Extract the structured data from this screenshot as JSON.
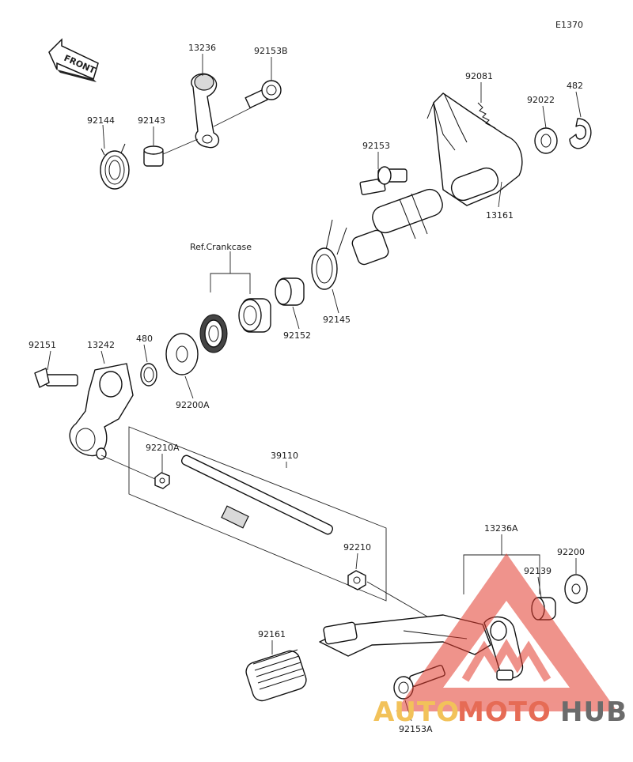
{
  "diagram_id": "E1370",
  "front_label": "FRONT",
  "ref_note": "Ref.Crankcase",
  "parts": {
    "p13236": "13236",
    "p92153B": "92153B",
    "p92144": "92144",
    "p92143": "92143",
    "p92081": "92081",
    "p92022": "92022",
    "p482": "482",
    "p92153": "92153",
    "p13161": "13161",
    "p92152": "92152",
    "p92145": "92145",
    "p92151": "92151",
    "p13242": "13242",
    "p480": "480",
    "p92200A": "92200A",
    "p92210A": "92210A",
    "p39110": "39110",
    "p92210": "92210",
    "p13236A": "13236A",
    "p92200": "92200",
    "p92139": "92139",
    "p92161": "92161",
    "p92153A": "92153A"
  },
  "watermark": {
    "auto": "AUTO",
    "moto": "MOTO",
    "hub": "HUB"
  },
  "colors": {
    "watermark_triangle": "#e23b2e",
    "watermark_auto": "#f2c25a",
    "watermark_moto": "#e66b55",
    "watermark_hub": "#6b6b6b"
  }
}
